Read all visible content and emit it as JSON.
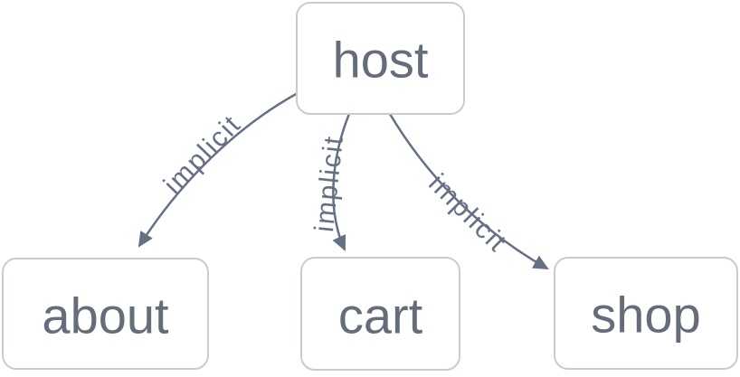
{
  "diagram": {
    "type": "dependency-graph",
    "colors": {
      "bg": "#ffffff",
      "node-fill": "#ffffff",
      "node-border": "#c9cbd1",
      "node-text": "#656d7b",
      "edge": "#657084"
    },
    "nodes": [
      {
        "id": "host",
        "label": "host"
      },
      {
        "id": "about",
        "label": "about"
      },
      {
        "id": "cart",
        "label": "cart"
      },
      {
        "id": "shop",
        "label": "shop"
      }
    ],
    "edges": [
      {
        "from": "host",
        "to": "about",
        "label": "implicit"
      },
      {
        "from": "host",
        "to": "cart",
        "label": "implicit"
      },
      {
        "from": "host",
        "to": "shop",
        "label": "implicit"
      }
    ]
  }
}
